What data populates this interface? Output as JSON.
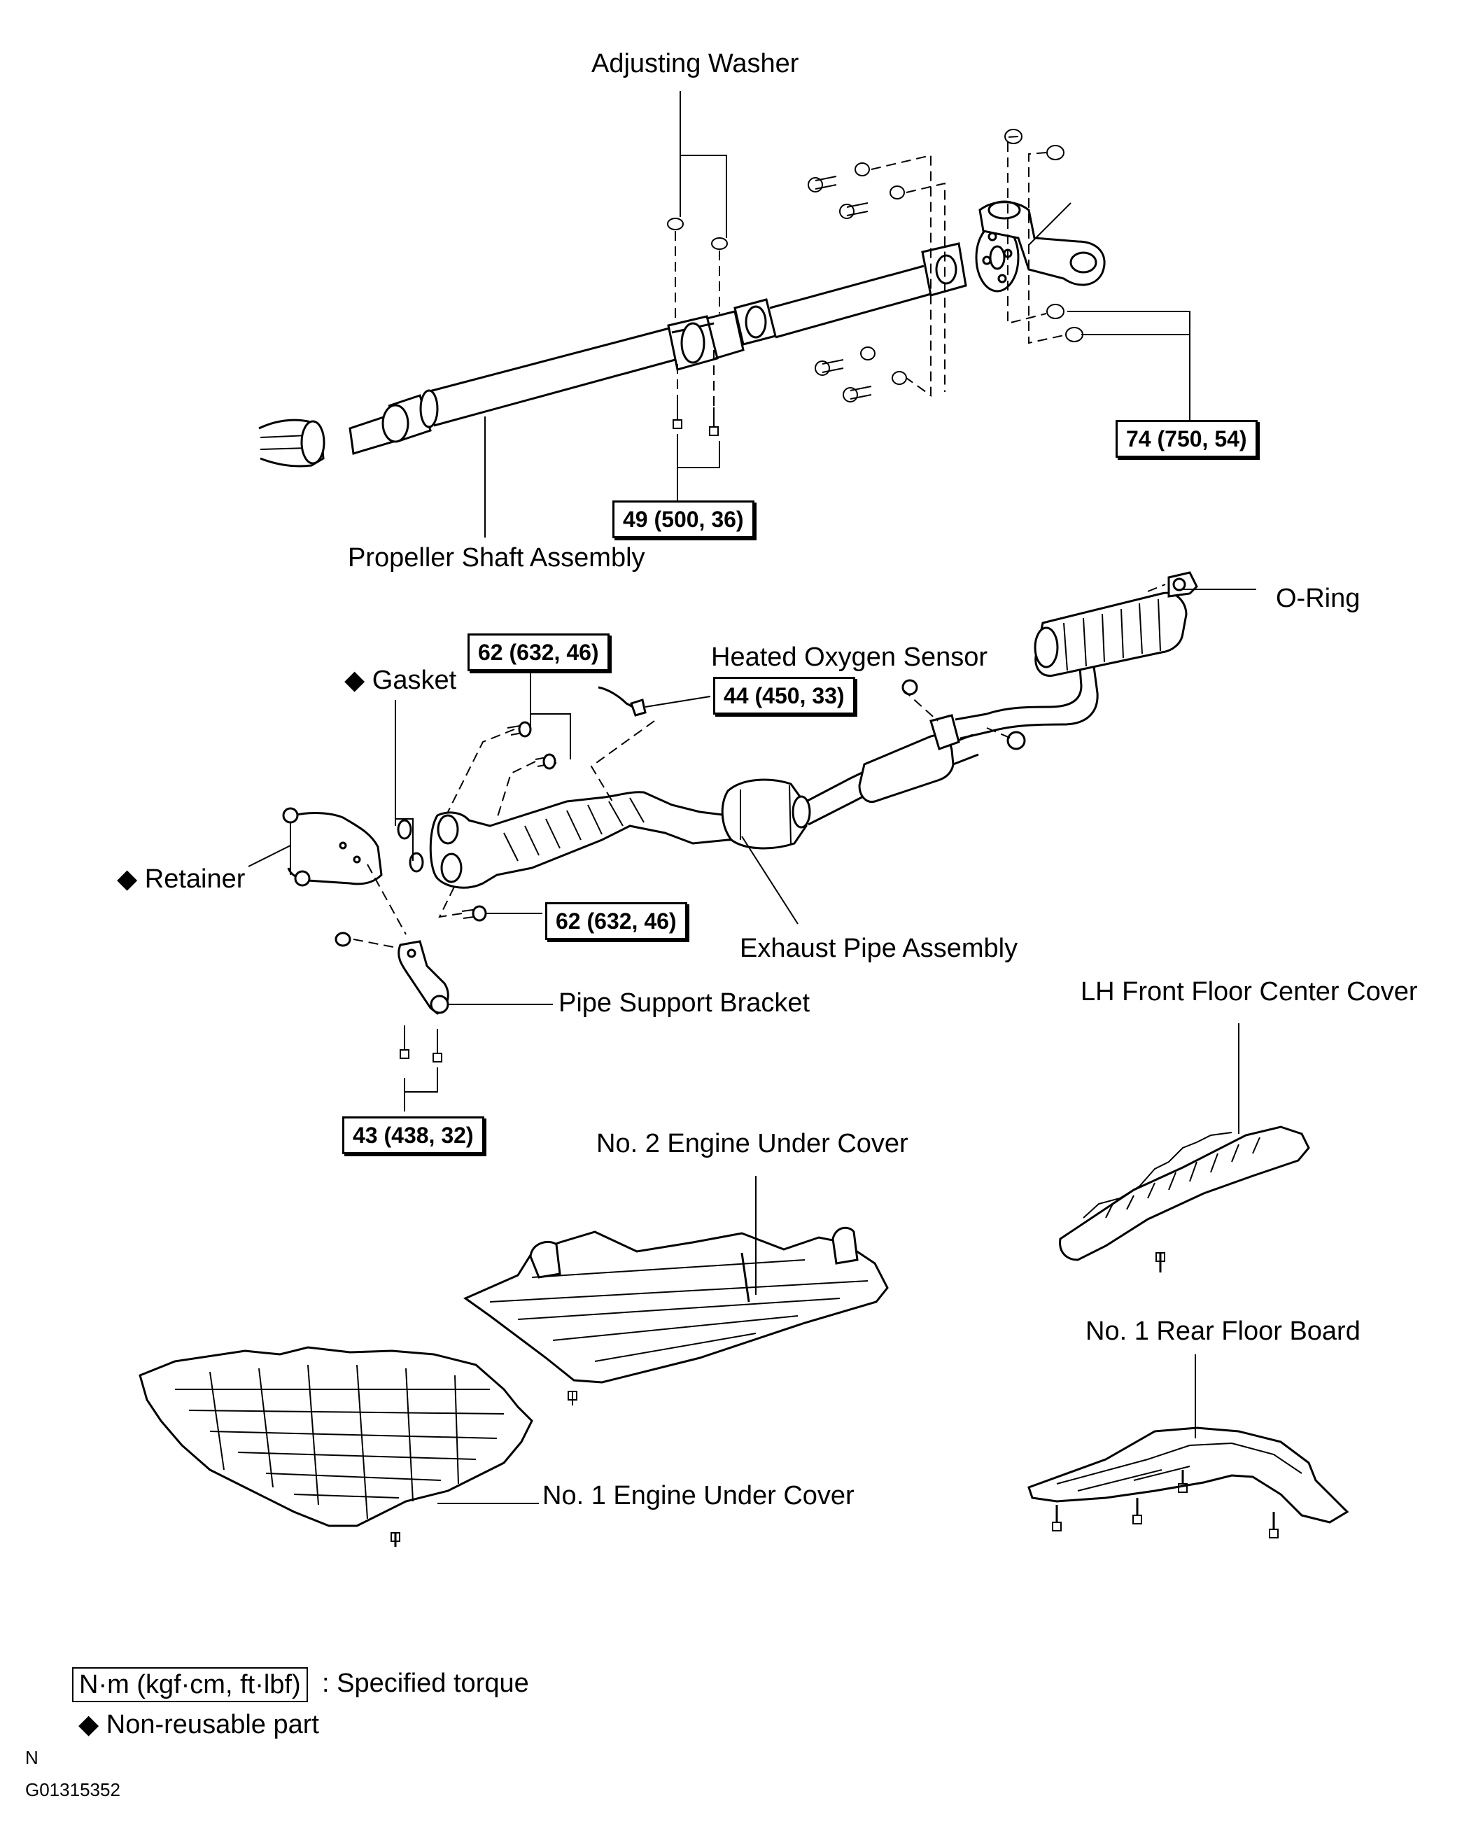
{
  "labels": {
    "adjusting_washer": "Adjusting Washer",
    "propeller_shaft": "Propeller Shaft Assembly",
    "o_ring": "O-Ring",
    "heated_oxygen_sensor": "Heated Oxygen Sensor",
    "gasket": "◆ Gasket",
    "retainer": "◆ Retainer",
    "exhaust_pipe": "Exhaust Pipe Assembly",
    "pipe_support_bracket": "Pipe Support Bracket",
    "lh_front_floor_cover": "LH Front Floor Center Cover",
    "no2_engine_under_cover": "No. 2 Engine Under Cover",
    "no1_rear_floor_board": "No. 1 Rear Floor Board",
    "no1_engine_under_cover": "No. 1 Engine Under Cover"
  },
  "torques": {
    "t74": "74 (750, 54)",
    "t49": "49 (500, 36)",
    "t62_top": "62 (632, 46)",
    "t44": "44 (450, 33)",
    "t62_bottom": "62 (632, 46)",
    "t43": "43 (438, 32)"
  },
  "legend": {
    "torque_unit": "N·m (kgf·cm, ft·lbf)",
    "torque_desc": ": Specified torque",
    "nonreusable": "◆ Non-reusable part"
  },
  "footer": {
    "letter": "N",
    "code": "G01315352"
  }
}
